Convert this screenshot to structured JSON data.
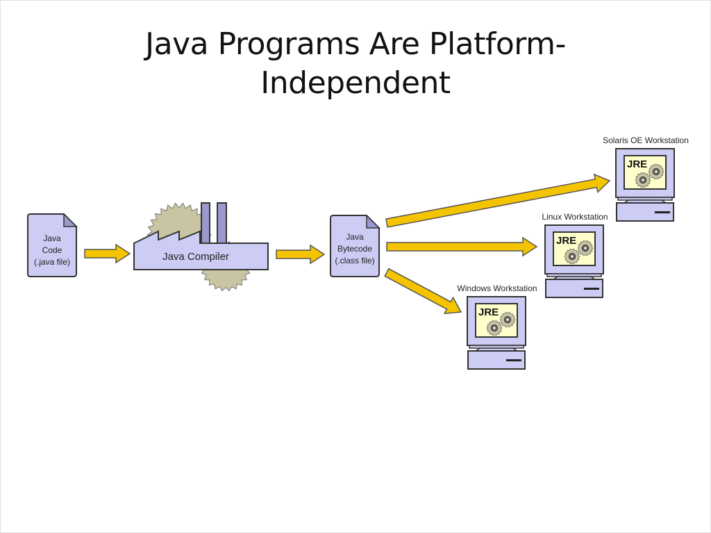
{
  "slide": {
    "title_line1": "Java Programs Are Platform-",
    "title_line2": "Independent"
  },
  "diagram": {
    "source_file": {
      "lines": [
        "Java",
        "Code",
        "(.java file)"
      ]
    },
    "compiler": {
      "label": "Java Compiler"
    },
    "bytecode_file": {
      "lines": [
        "Java",
        "Bytecode",
        "(.class file)"
      ]
    },
    "workstations": [
      {
        "label": "Solaris OE Workstation",
        "runtime": "JRE"
      },
      {
        "label": "Linux Workstation",
        "runtime": "JRE"
      },
      {
        "label": "Windows Workstation",
        "runtime": "JRE"
      }
    ],
    "colors": {
      "document_fill": "#ccccf4",
      "arrow_fill": "#f5c400",
      "screen_fill": "#ffffcc",
      "gear_fill": "#c9c5a3",
      "outline": "#333333"
    }
  }
}
